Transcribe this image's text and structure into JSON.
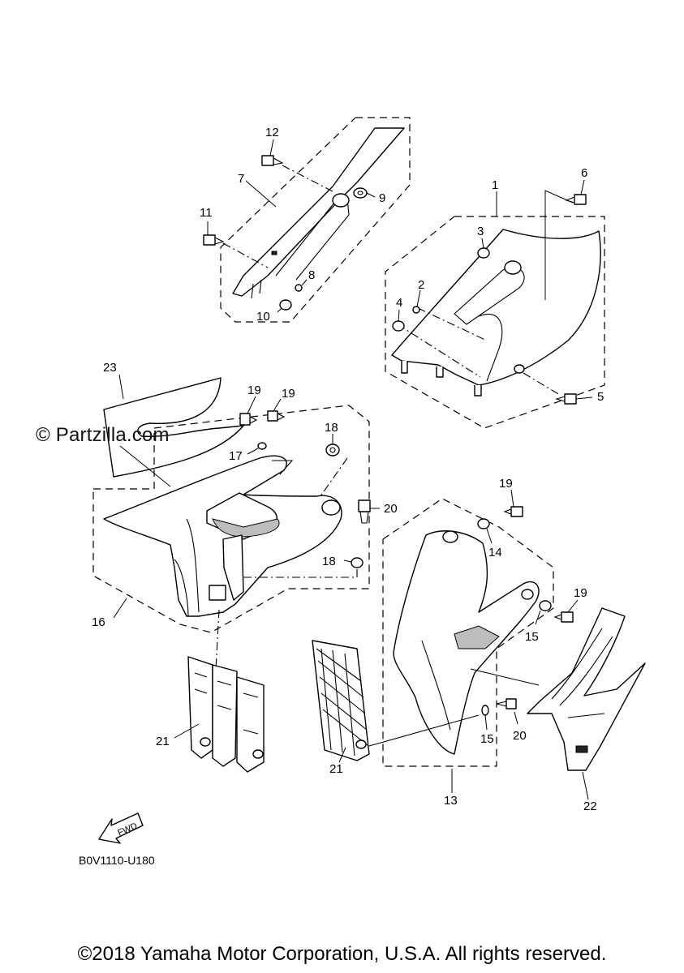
{
  "watermark": "© Partzilla.com",
  "diagram_code": "B0V1110-U180",
  "fwd_label": "FWD",
  "copyright": "©2018 Yamaha Motor Corporation, U.S.A. All rights reserved.",
  "callouts": {
    "c1": "1",
    "c2": "2",
    "c3": "3",
    "c4": "4",
    "c5": "5",
    "c6": "6",
    "c7": "7",
    "c8": "8",
    "c9": "9",
    "c10": "10",
    "c11": "11",
    "c12": "12",
    "c13": "13",
    "c14": "14",
    "c15a": "15",
    "c15b": "15",
    "c16": "16",
    "c17": "17",
    "c18a": "18",
    "c18b": "18",
    "c19a": "19",
    "c19b": "19",
    "c19c": "19",
    "c19d": "19",
    "c20a": "20",
    "c20b": "20",
    "c21a": "21",
    "c21b": "21",
    "c22": "22",
    "c23": "23"
  }
}
